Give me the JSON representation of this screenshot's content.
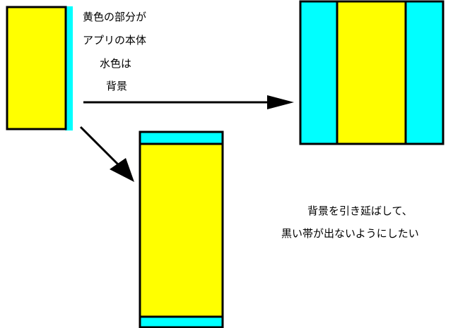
{
  "labels": {
    "line1": "黄色の部分が",
    "line2": "アプリの本体",
    "line3": "水色は",
    "line4": "背景",
    "note1": "背景を引き延ばして、",
    "note2": "黒い帯が出ないようにしたい"
  },
  "colors": {
    "app_body": "#ffff00",
    "background": "#00ffff",
    "outline": "#000000",
    "page": "#ffffff"
  }
}
